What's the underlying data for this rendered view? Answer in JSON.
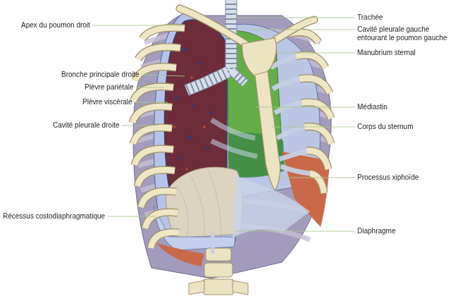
{
  "diagram": {
    "labels": [
      "Apex du poumon droit",
      "Trachée",
      "Cavité pleurale gauche entourant le poumon gauche",
      "Manubrium sternal",
      "Bronche principale droite",
      "Plèvre pariétale",
      "Plèvre viscérale",
      "Médiastin",
      "Cavité pleurale droite",
      "Corps du sternum",
      "Processus xiphoïde",
      "Récessus costodiaphragmatique",
      "Diaphragme"
    ]
  }
}
